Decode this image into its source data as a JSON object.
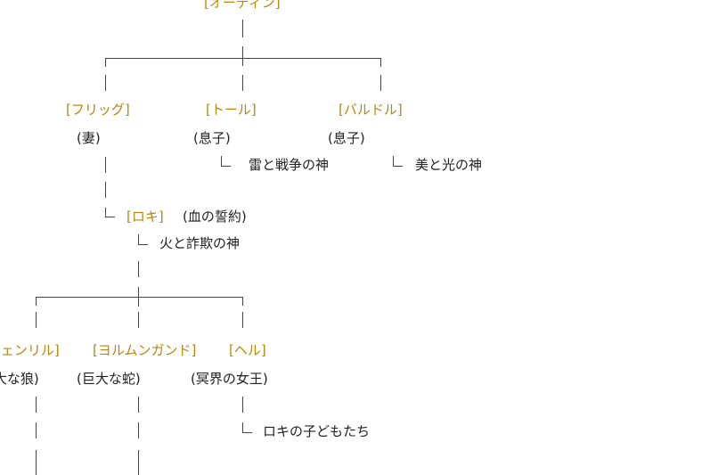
{
  "nodes": {
    "odin": "[オーディン]",
    "frigg": "[フリッグ]",
    "frigg_role": "(妻)",
    "thor": "[トール]",
    "thor_role": "(息子)",
    "thor_desc": "雷と戦争の神",
    "baldr": "[バルドル]",
    "baldr_role": "(息子)",
    "baldr_desc": "美と光の神",
    "loki": "[ロキ]",
    "loki_role": "(血の誓約)",
    "loki_desc": "火と詐欺の神",
    "fenrir": "[フェンリル]",
    "fenrir_role": "(巨大な狼)",
    "jormungandr": "[ヨルムンガンド]",
    "jormungandr_role": "(巨大な蛇)",
    "hel": "[ヘル]",
    "hel_role": "(冥界の女王)",
    "hel_desc": "ロキの子どもたち"
  },
  "colors": {
    "link": "#b8860b",
    "text": "#222222",
    "line": "#444444"
  }
}
